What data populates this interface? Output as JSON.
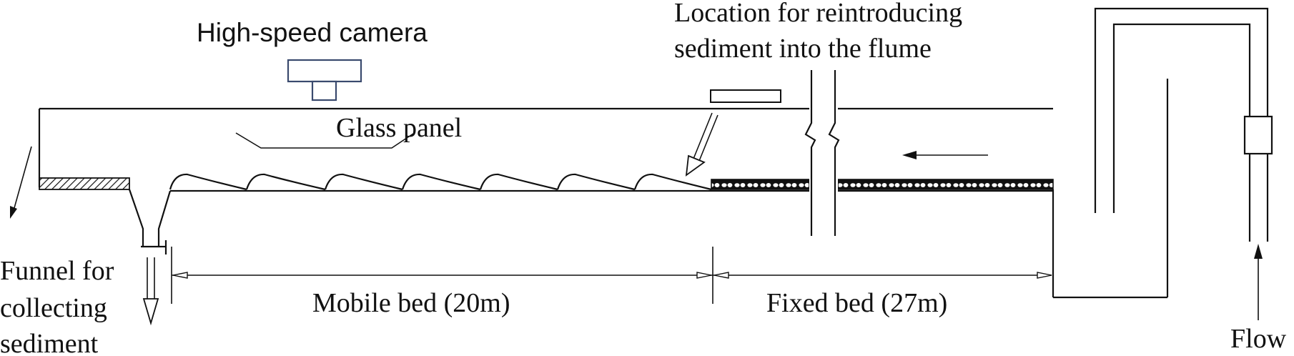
{
  "labels": {
    "camera": "High-speed camera",
    "reintroduce_line1": "Location for reintroducing",
    "reintroduce_line2": "sediment into the flume",
    "glass_panel": "Glass panel",
    "funnel_line1": "Funnel for",
    "funnel_line2": "collecting",
    "funnel_line3": "sediment",
    "mobile_bed": "Mobile bed (20m)",
    "fixed_bed": "Fixed bed (27m)",
    "flow": "Flow"
  },
  "colors": {
    "line": "#111111",
    "camera": "#3a4a6e"
  }
}
